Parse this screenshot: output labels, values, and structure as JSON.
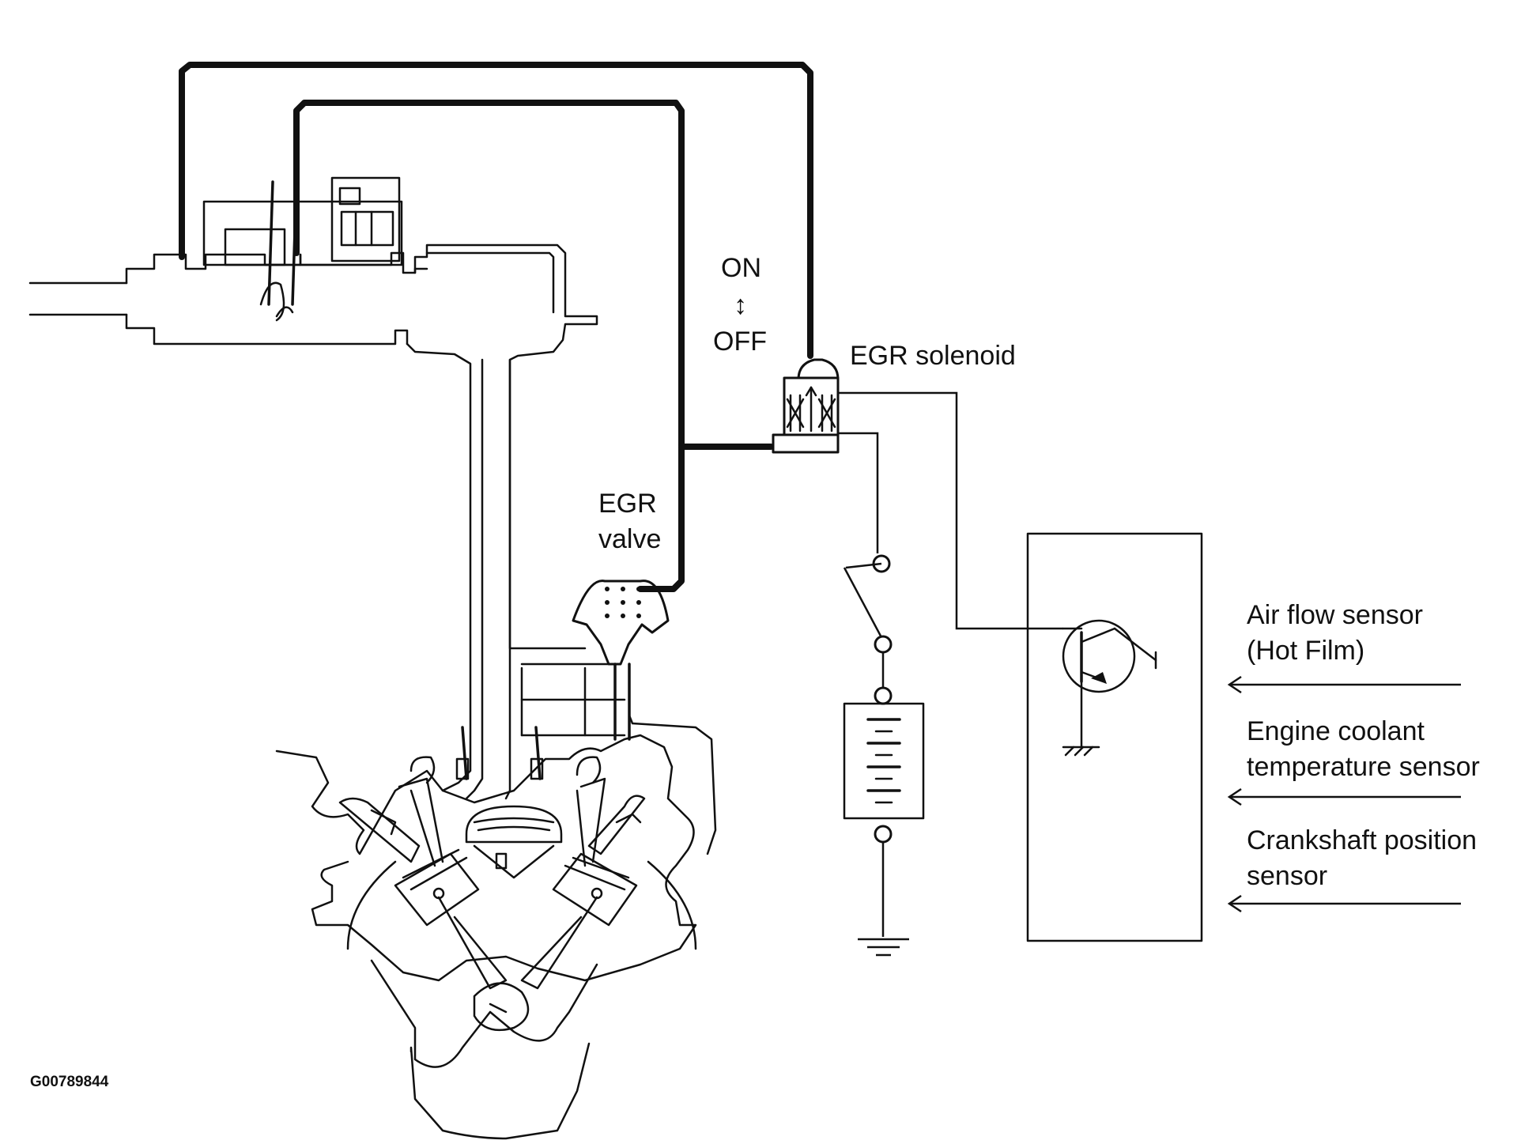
{
  "labels": {
    "on": "ON",
    "arrow": "↕",
    "off": "OFF",
    "egr_solenoid": "EGR solenoid",
    "egr_valve_line1": "EGR",
    "egr_valve_line2": "valve",
    "air_flow_line1": "Air flow sensor",
    "air_flow_line2": "(Hot Film)",
    "coolant_line1": "Engine coolant",
    "coolant_line2": "temperature sensor",
    "crank_line1": "Crankshaft position",
    "crank_line2": "sensor",
    "figure_id": "G00789844"
  }
}
